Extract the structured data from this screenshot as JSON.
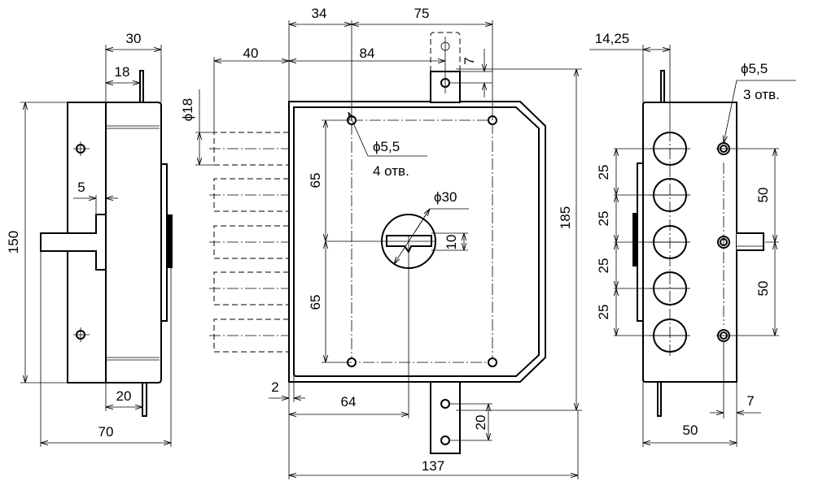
{
  "title": "Lock technical drawing",
  "side_view_left": {
    "dims": {
      "depth_total": "30",
      "bolt_offset": "18",
      "height": "150",
      "flange": "5",
      "bolt_offset_bottom": "20",
      "overall": "70"
    }
  },
  "front_view": {
    "dims": {
      "left_to_axis": "34",
      "axis_spacing": "75",
      "bolt_throw": "40",
      "to_strike_axis": "84",
      "strike_hole": "7",
      "height": "185",
      "upper": "65",
      "lower": "65",
      "slot": "10",
      "plate": "2",
      "to_cylinder": "64",
      "strike_spacing": "20",
      "width": "137"
    },
    "hole_note": {
      "diameter": "ϕ5,5",
      "count": "4 отв."
    },
    "cylinder_note": "ϕ30",
    "bolt_note": "ϕ18"
  },
  "side_view_right": {
    "dims": {
      "offset": "14,25",
      "pitch": [
        "25",
        "25",
        "25",
        "25"
      ],
      "hole_spacing": [
        "50",
        "50"
      ],
      "edge": "7",
      "width": "50"
    },
    "hole_note": {
      "diameter": "ϕ5,5",
      "count": "3 отв."
    }
  }
}
